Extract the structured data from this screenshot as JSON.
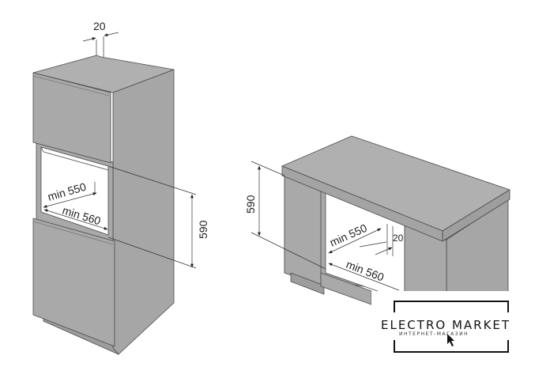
{
  "left_cabinet": {
    "dim_gap": "20",
    "dim_depth": "min 550",
    "dim_width": "min 560",
    "dim_height": "590"
  },
  "right_cabinet": {
    "dim_gap": "20",
    "dim_depth": "min 550",
    "dim_width": "min 560",
    "dim_height": "590"
  },
  "logo": {
    "title": "ELECTRO MARKET",
    "subtitle": "ИНТЕРНЕТ-МАГАЗИН"
  },
  "colors": {
    "panel": "#a9a9a9",
    "side": "#a3a3a3",
    "line": "#4a4a4a"
  }
}
